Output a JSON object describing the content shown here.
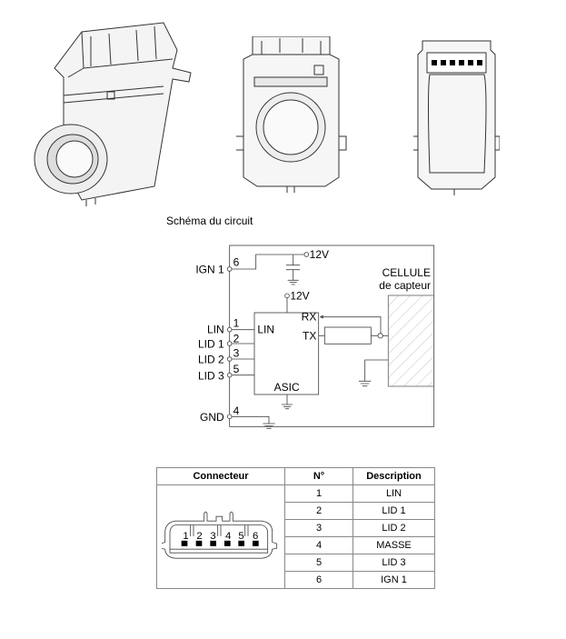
{
  "schema_title": "Schéma du circuit",
  "circuit": {
    "pins": [
      {
        "name": "IGN 1",
        "number": "6"
      },
      {
        "name": "LIN",
        "number": "1"
      },
      {
        "name": "LID 1",
        "number": "2"
      },
      {
        "name": "LID 2",
        "number": "3"
      },
      {
        "name": "LID 3",
        "number": "5"
      },
      {
        "name": "GND",
        "number": "4"
      }
    ],
    "supply_top": "12V",
    "supply_asic": "12V",
    "asic_lin": "LIN",
    "asic_rx": "RX",
    "asic_tx": "TX",
    "asic_label": "ASIC",
    "cell_line1": "CELLULE",
    "cell_line2": "de capteur"
  },
  "table": {
    "headers": [
      "Connecteur",
      "N°",
      "Description"
    ],
    "rows": [
      {
        "n": "1",
        "desc": "LIN"
      },
      {
        "n": "2",
        "desc": "LID 1"
      },
      {
        "n": "3",
        "desc": "LID 2"
      },
      {
        "n": "4",
        "desc": "MASSE"
      },
      {
        "n": "5",
        "desc": "LID 3"
      },
      {
        "n": "6",
        "desc": "IGN 1"
      }
    ],
    "connector_pins": [
      "1",
      "2",
      "3",
      "4",
      "5",
      "6"
    ]
  }
}
